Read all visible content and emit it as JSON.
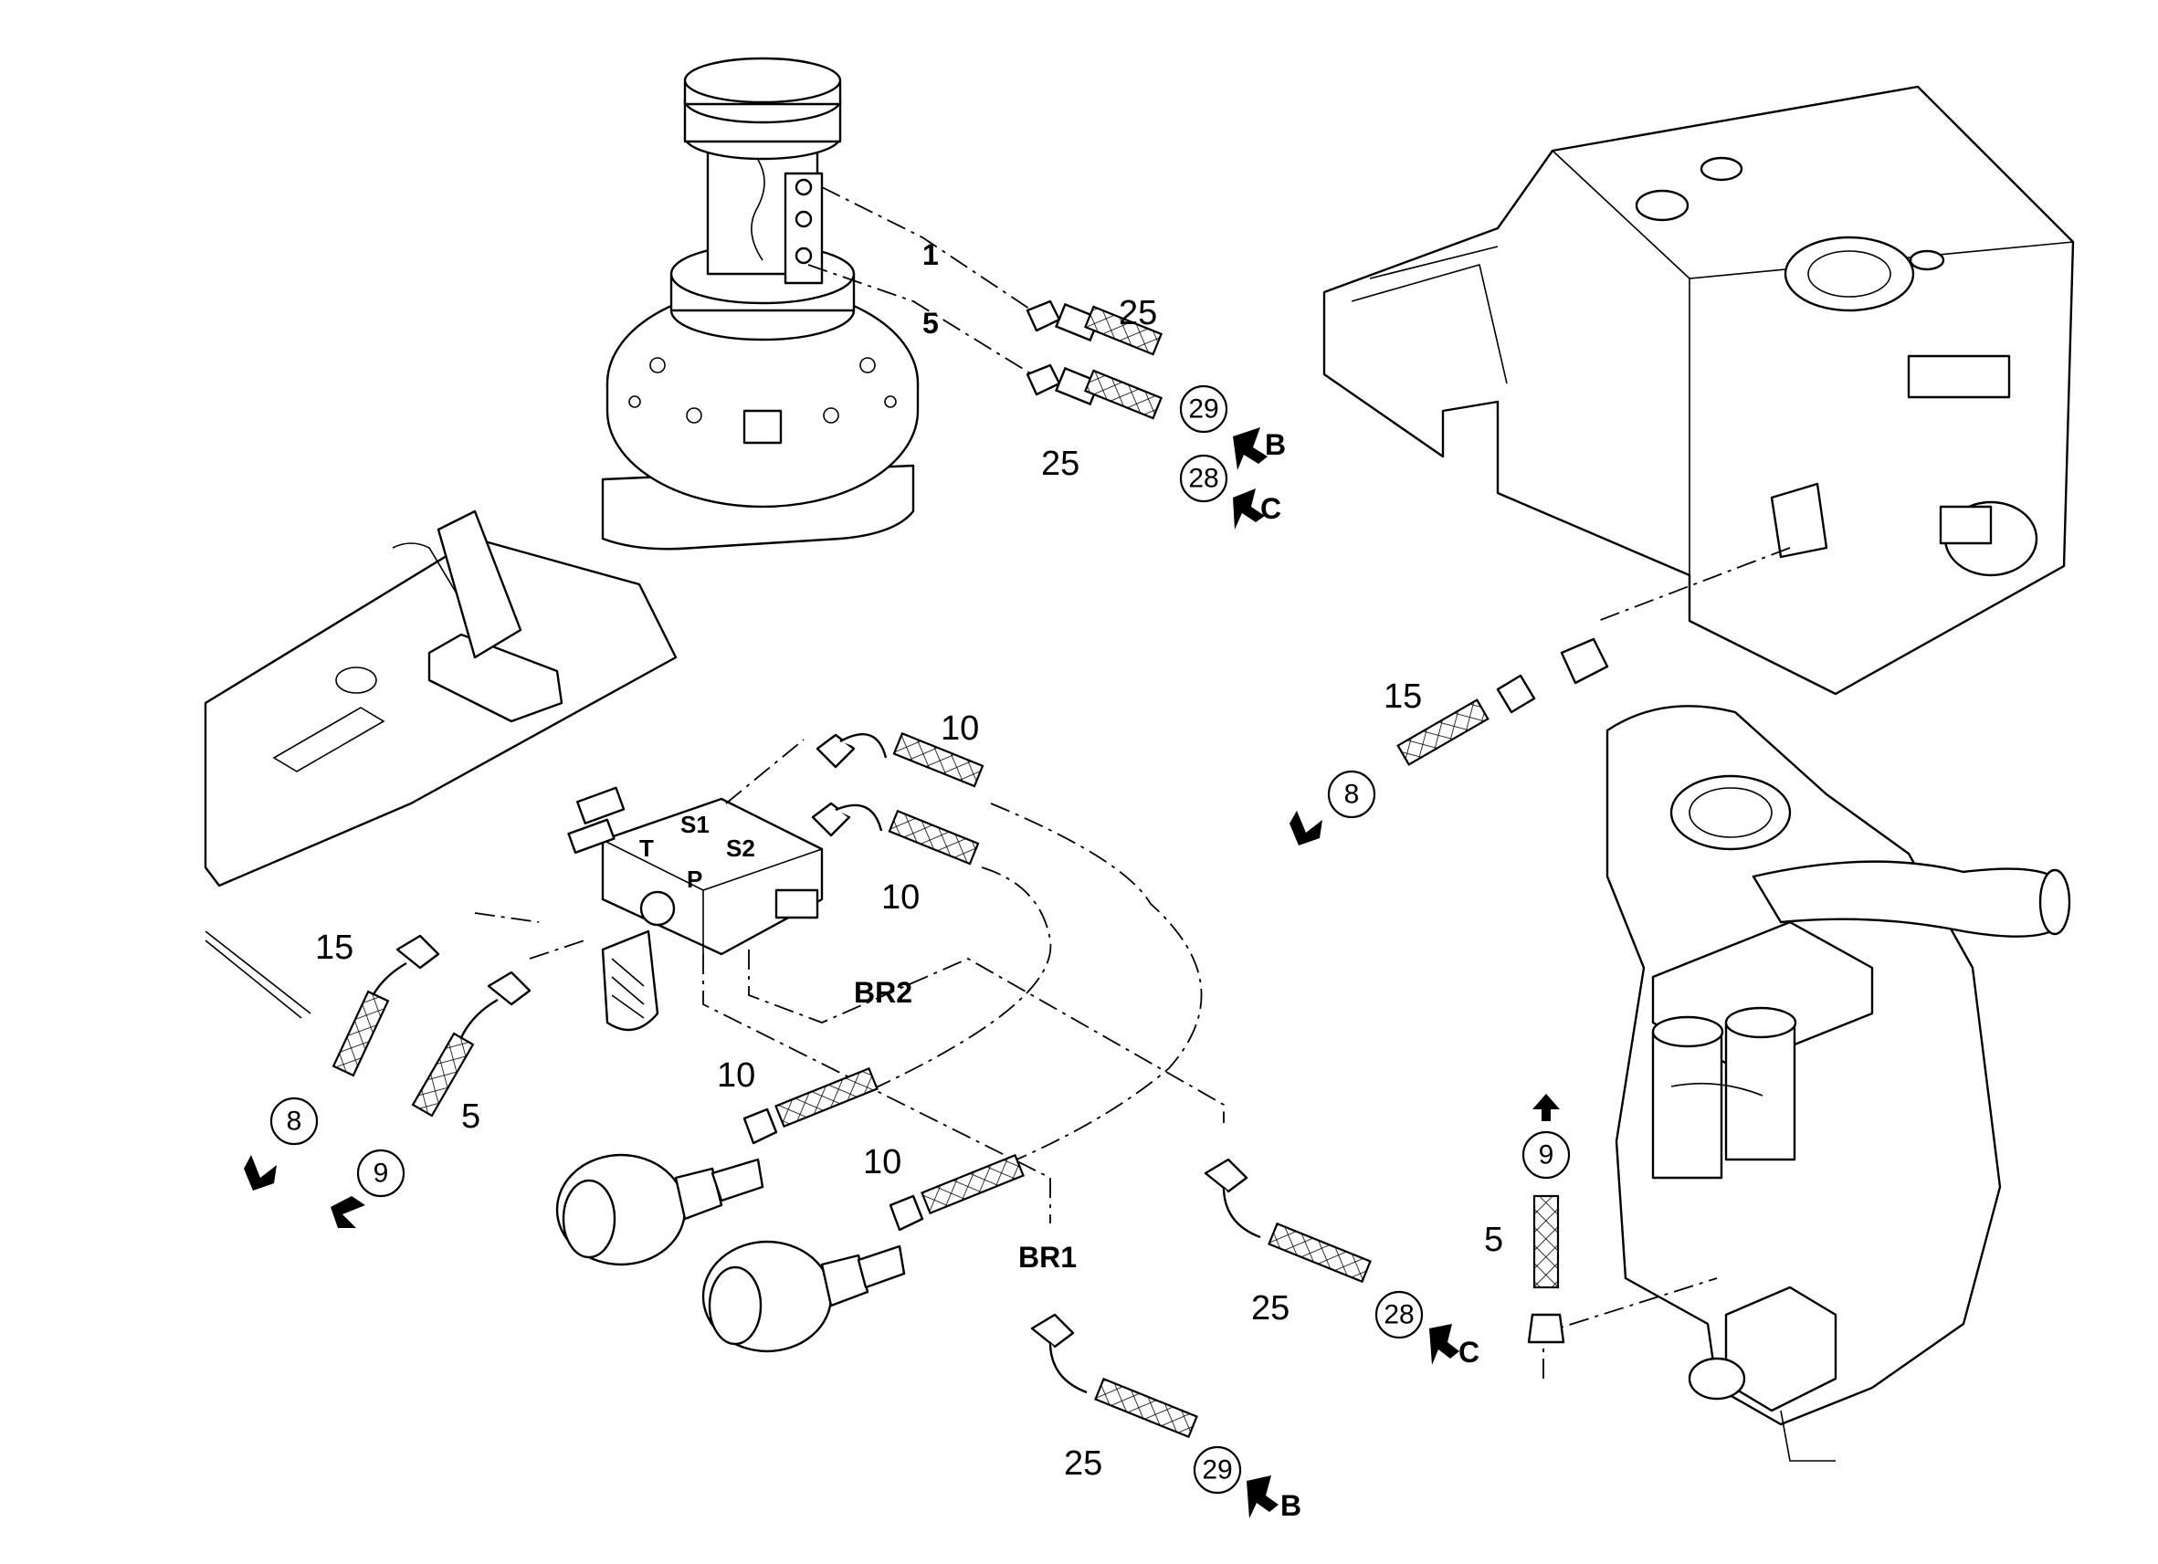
{
  "diagram": {
    "ports": {
      "T": "T",
      "S1": "S1",
      "S2": "S2",
      "P": "P"
    },
    "lines": {
      "BR1": "BR1",
      "BR2": "BR2"
    },
    "directions": {
      "B": "B",
      "C": "C"
    },
    "callouts": {
      "c8": "8",
      "c9": "9",
      "c28": "28",
      "c29": "29"
    },
    "labels": {
      "n1": "1",
      "n5_top": "5",
      "n25_top_a": "25",
      "n25_top_b": "25",
      "n10_a": "10",
      "n10_b": "10",
      "n10_c": "10",
      "n10_d": "10",
      "n15_left": "15",
      "n5_left": "5",
      "n15_right": "15",
      "n5_right": "5",
      "n25_mid": "25",
      "n25_bottom": "25"
    }
  }
}
